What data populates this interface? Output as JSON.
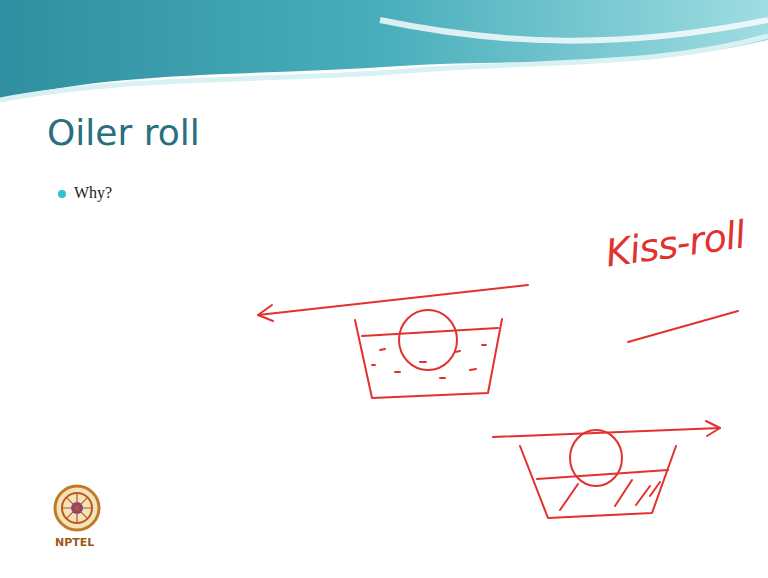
{
  "diagram": {
    "title": "Oiler roll",
    "labels": [
      "Why?",
      "Kiss-roll",
      "NPTEL"
    ]
  }
}
